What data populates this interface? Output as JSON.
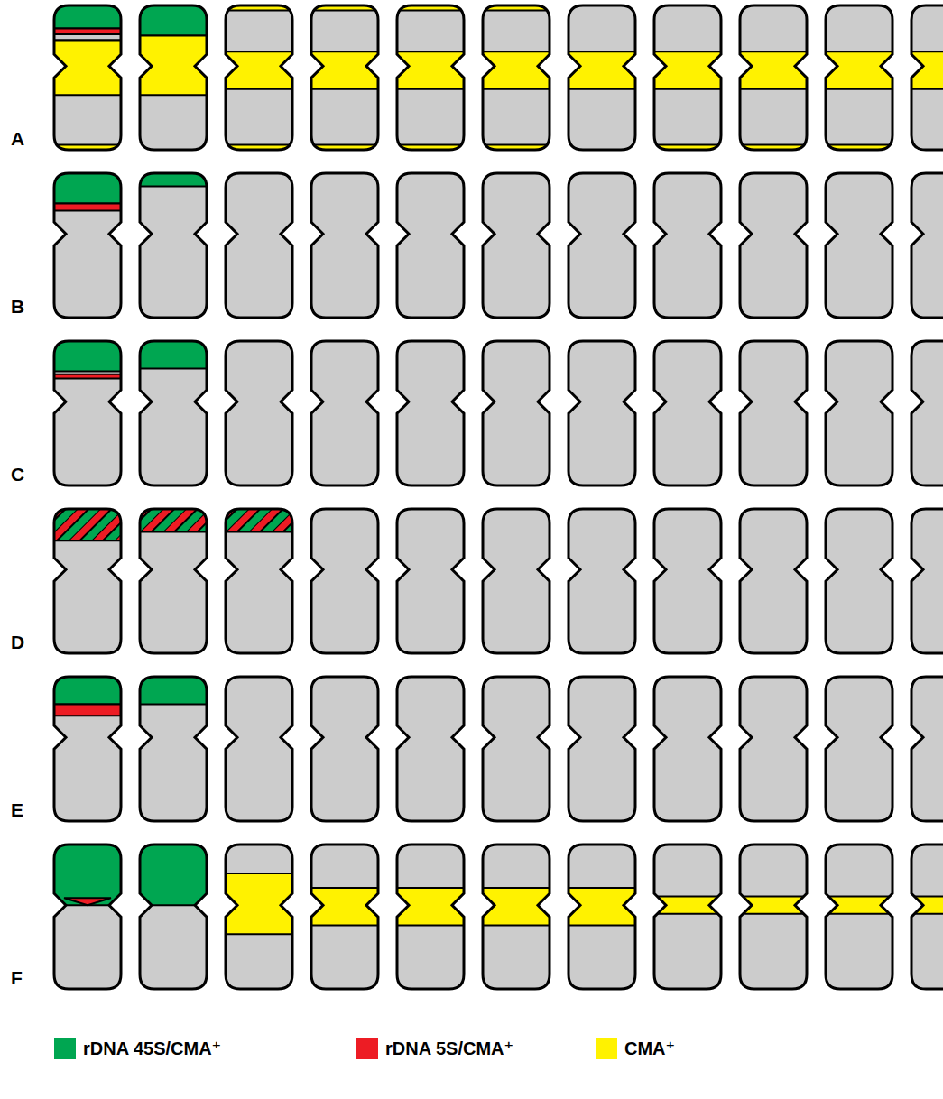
{
  "diagram": {
    "labels": [
      "A",
      "B",
      "C",
      "D",
      "E",
      "F"
    ],
    "legend": [
      {
        "text": "rDNA 45S/CMA⁺",
        "color": "#00a651"
      },
      {
        "text": "rDNA 5S/CMA⁺",
        "color": "#ed1c24"
      },
      {
        "text": "CMA⁺",
        "color": "#fff200"
      }
    ]
  }
}
